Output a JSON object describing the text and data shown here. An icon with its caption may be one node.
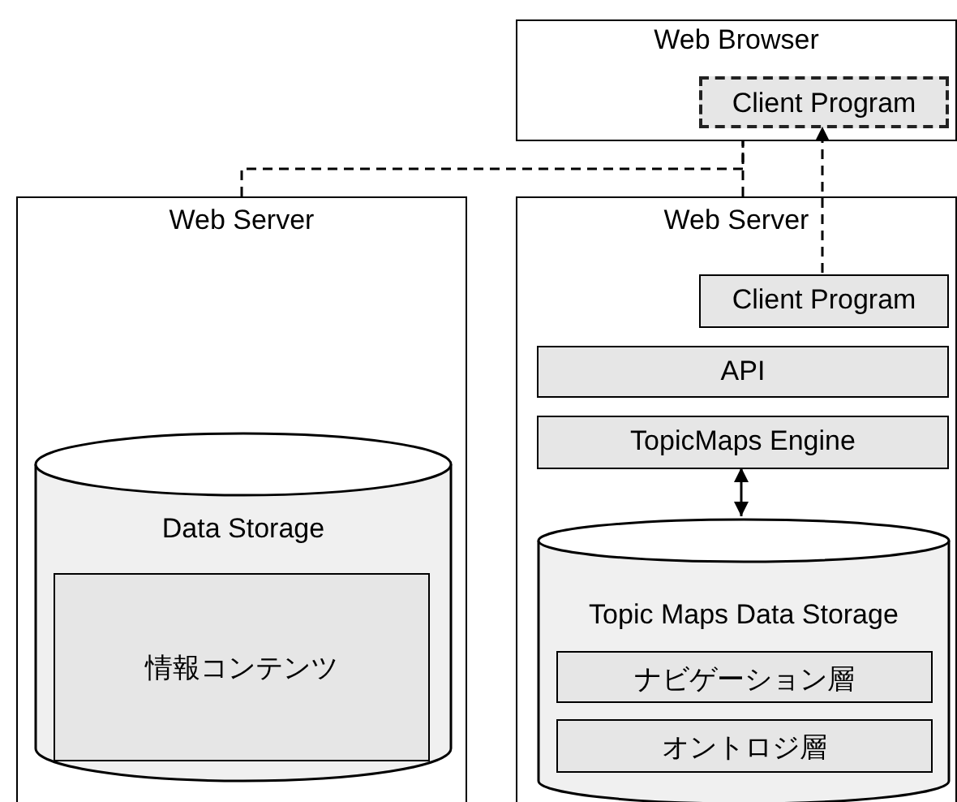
{
  "diagram": {
    "nodes": [
      {
        "text": [
          "Web Browser"
        ]
      },
      {
        "text": [
          "Client Program"
        ],
        "in": 0
      },
      {
        "text": [
          "Web Server"
        ]
      },
      {
        "text": [
          "Data Storage"
        ],
        "in": 2
      },
      {
        "text": [
          "情報コンテンツ"
        ],
        "in": 3
      },
      {
        "text": [
          "Web Server"
        ]
      },
      {
        "text": [
          "Client Program"
        ],
        "in": 5
      },
      {
        "text": [
          "API"
        ],
        "in": 5
      },
      {
        "text": [
          "TopicMaps Engine"
        ],
        "in": 5
      },
      {
        "text": [
          "Topic Maps Data Storage"
        ],
        "in": 5
      },
      {
        "text": [
          "ナビゲーション層"
        ],
        "in": 9
      },
      {
        "text": [
          "オントロジ層"
        ],
        "in": 9
      }
    ],
    "edges": [
      {
        "from": 2,
        "to": 0,
        "arrow": "none",
        "style": "dashed"
      },
      {
        "from": 5,
        "to": 0,
        "arrow": "none",
        "style": "dashed"
      },
      {
        "from": 6,
        "to": 1,
        "arrow": "to",
        "style": "dashed"
      },
      {
        "from": 8,
        "to": 9,
        "arrow": "both"
      }
    ]
  }
}
